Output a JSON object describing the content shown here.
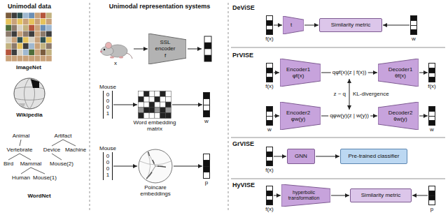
{
  "diagram": {
    "nodes": [
      {
        "text": [
          "x"
        ]
      },
      {
        "text": [
          "SSL encoder",
          "f"
        ]
      },
      {
        "text": [
          "Mouse",
          "0 0 0 1"
        ]
      },
      {
        "text": [
          "Word embedding matrix"
        ]
      },
      {
        "text": [
          "w"
        ]
      },
      {
        "text": [
          "Mouse",
          "0 0 0 1"
        ]
      },
      {
        "text": [
          "Poincare embeddings"
        ]
      },
      {
        "text": [
          "p"
        ]
      },
      {
        "text": [
          "f(x)"
        ]
      },
      {
        "text": [
          "t"
        ]
      },
      {
        "text": [
          "Similarity metric"
        ]
      },
      {
        "text": [
          "w"
        ]
      },
      {
        "text": [
          "f(x)"
        ]
      },
      {
        "text": [
          "Encoder1",
          "φf(x)"
        ]
      },
      {
        "text": [
          "Decoder1",
          "θf(x)"
        ]
      },
      {
        "text": [
          "f(x)"
        ]
      },
      {
        "text": [
          "w"
        ]
      },
      {
        "text": [
          "Encoder2",
          "φw(y)"
        ]
      },
      {
        "text": [
          "Decoder2",
          "θw(y)"
        ]
      },
      {
        "text": [
          "w"
        ]
      },
      {
        "text": [
          "f(x)"
        ]
      },
      {
        "text": [
          "GNN"
        ]
      },
      {
        "text": [
          "Pre-trained classifier"
        ]
      },
      {
        "text": [
          "f(x)"
        ]
      },
      {
        "text": [
          "hyperbolic transformation"
        ]
      },
      {
        "text": [
          "Similarity metric"
        ]
      },
      {
        "text": [
          "p"
        ]
      }
    ],
    "edges": [
      {
        "from": 0,
        "to": 1,
        "arrow": "to"
      },
      {
        "from": 2,
        "to": 3,
        "arrow": "to"
      },
      {
        "from": 3,
        "to": 4,
        "arrow": "to"
      },
      {
        "from": 5,
        "to": 6,
        "arrow": "to"
      },
      {
        "from": 6,
        "to": 7,
        "arrow": "to"
      },
      {
        "from": 8,
        "to": 9,
        "arrow": "to"
      },
      {
        "from": 9,
        "to": 10,
        "arrow": "to"
      },
      {
        "from": 11,
        "to": 10,
        "arrow": "to"
      },
      {
        "from": 12,
        "to": 13,
        "arrow": "to"
      },
      {
        "from": 13,
        "to": 14,
        "label": "qφf(x)(z | f(x))",
        "arrow": "to"
      },
      {
        "from": 14,
        "to": 15,
        "arrow": "to"
      },
      {
        "from": 16,
        "to": 17,
        "arrow": "to"
      },
      {
        "from": 17,
        "to": 18,
        "label": "qφw(y)(z | w(y))",
        "arrow": "to"
      },
      {
        "from": 18,
        "to": 19,
        "arrow": "to"
      },
      {
        "from": 20,
        "to": 21,
        "arrow": "to"
      },
      {
        "from": 21,
        "to": 22,
        "arrow": "to"
      },
      {
        "from": 23,
        "to": 24,
        "arrow": "to"
      },
      {
        "from": 24,
        "to": 25,
        "arrow": "to"
      },
      {
        "from": 26,
        "to": 25,
        "arrow": "to"
      }
    ],
    "labels": [
      "Unimodal data",
      "Unimodal representation systems",
      "ImageNet",
      "Wikipedia",
      "WordNet",
      "Animal",
      "Artifact",
      "Vertebrate",
      "Device",
      "Machine",
      "Bird",
      "Mammal",
      "Mouse(2)",
      "Human",
      "Mouse(1)",
      "DeViSE",
      "PrVISE",
      "GrVISE",
      "HyVISE",
      "KL-divergence",
      "z ~ q"
    ]
  }
}
